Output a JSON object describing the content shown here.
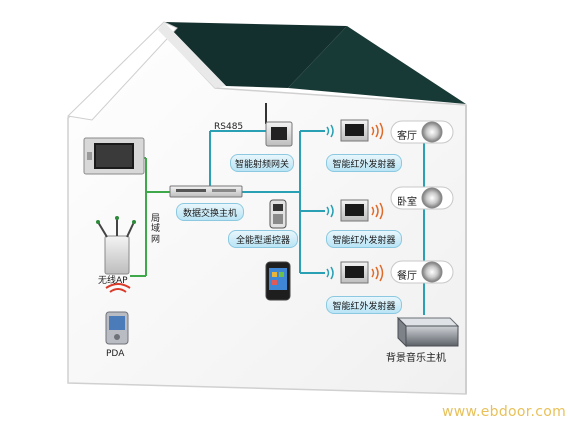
{
  "protocol_label": "RS485",
  "lan_label": "局域网",
  "devices": {
    "rf_gateway": "智能射频网关",
    "ir_emitter_1": "智能红外发射器",
    "ir_emitter_2": "智能红外发射器",
    "ir_emitter_3": "智能红外发射器",
    "data_exchange_host": "数据交换主机",
    "universal_remote": "全能型遥控器",
    "wireless_ap": "无线AP",
    "pda": "PDA",
    "music_host": "背景音乐主机"
  },
  "rooms": {
    "living_room": "客厅",
    "bedroom": "卧室",
    "dining_room": "餐厅"
  },
  "watermark": "www.ebdoor.com",
  "colors": {
    "roof": "#14302e",
    "wire": "#2aa0b5",
    "lan_wire": "#3ea84a",
    "pill_border": "#8cc9e0"
  }
}
